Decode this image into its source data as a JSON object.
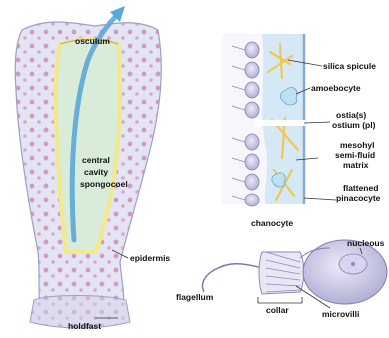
{
  "labels": {
    "osculum": "osculum",
    "central_cavity": [
      "central",
      "cavity",
      "spongocoel"
    ],
    "epidermis": "epidermis",
    "holdfast": "holdfast",
    "silica_spicule": "silica spicule",
    "amoebocyte": "amoebocyte",
    "ostia": [
      "ostia(s)",
      "ostium (pl)"
    ],
    "mesohyl": [
      "mesohyl",
      "semi-fluid",
      "matrix"
    ],
    "pinacocyte": [
      "flattened",
      "pinacocyte"
    ],
    "chanocyte": "chanocyte",
    "nucleous": "nucleous",
    "flagellum": "flagellum",
    "collar": "collar",
    "microvilli": "microvilli"
  },
  "colors": {
    "sponge_body": "#e4e4f2",
    "sponge_spots": "#c98fbf",
    "cavity": "#d9ecd9",
    "lining": "#f2e98a",
    "water_arrow": "#5aa8d8",
    "cell_body": "#c8c8e4",
    "spicule": "#f0c850",
    "mesohyl": "#d5e8f6"
  }
}
